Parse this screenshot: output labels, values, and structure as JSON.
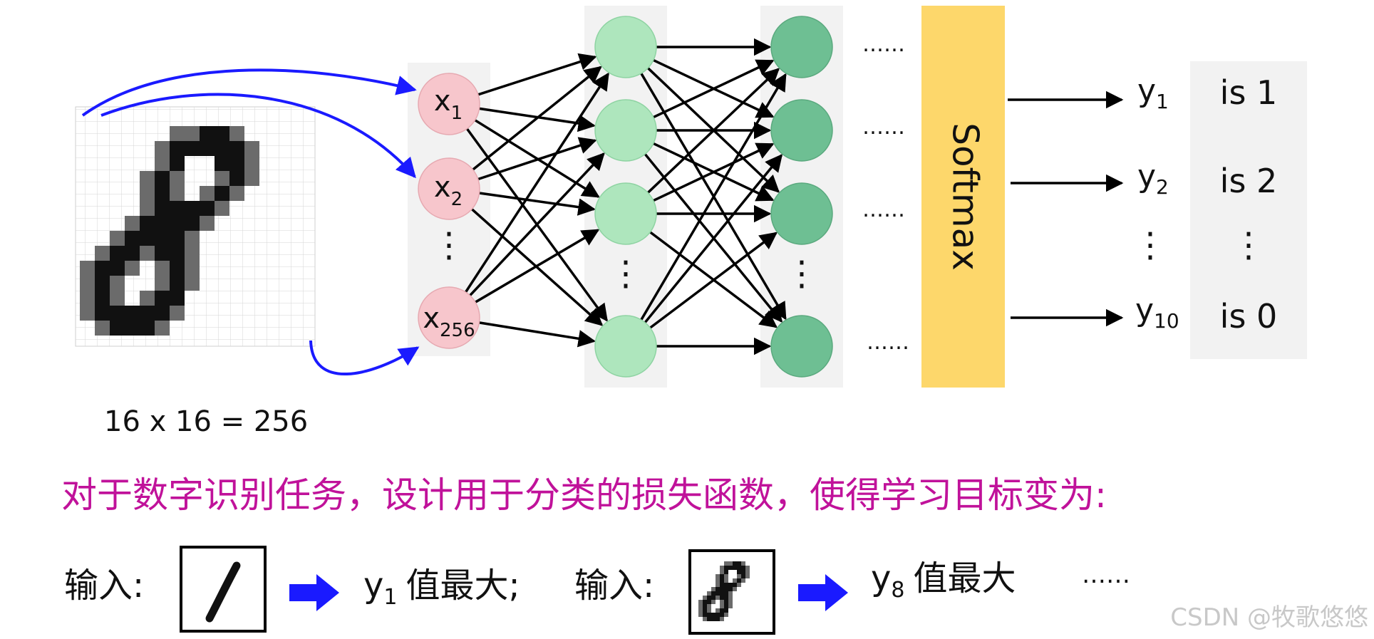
{
  "input_labels": [
    {
      "base": "x",
      "sub": "1"
    },
    {
      "base": "x",
      "sub": "2"
    },
    {
      "base": "x",
      "sub": "256"
    }
  ],
  "grid_caption": "16 x 16 = 256",
  "dots_horizontal": "……",
  "dots_vertical": "⋮",
  "softmax_label": "Softmax",
  "outputs": [
    {
      "base": "y",
      "sub": "1",
      "class_label": "is 1"
    },
    {
      "base": "y",
      "sub": "2",
      "class_label": "is 2"
    },
    {
      "base": "y",
      "sub": "10",
      "class_label": "is 0"
    }
  ],
  "description": "对于数字识别任务，设计用于分类的损失函数，使得学习目标变为:",
  "example": {
    "input_label": "输入:",
    "result1_y": "y",
    "result1_sub": "1",
    "result1_text": "值最大;",
    "result2_y": "y",
    "result2_sub": "8",
    "result2_text": "值最大",
    "trailing_dots": "……"
  },
  "watermark": "CSDN @牧歌悠悠",
  "colors": {
    "input_node": "#f7c6cc",
    "hidden1_node": "#aee6bd",
    "hidden2_node": "#6ebf93",
    "softmax_bg": "#fdd76b",
    "column_bg": "#f2f2f2",
    "curve_arrow": "#1a1aff",
    "description_text": "#c0129a",
    "block_arrow": "#1a1aff"
  }
}
